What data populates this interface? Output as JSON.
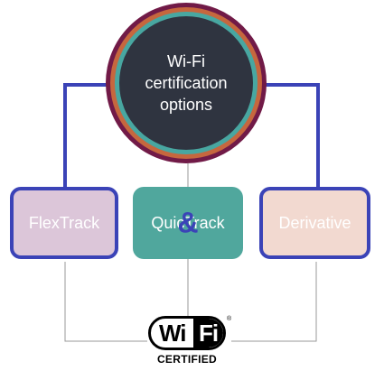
{
  "hub": {
    "label": "Wi-Fi certification options"
  },
  "options": {
    "flextrack": "FlexTrack",
    "quicktrack_pre": "Quic",
    "quicktrack_post": "Track",
    "quicktrack_ampersand": "&",
    "derivative": "Derivative"
  },
  "logo": {
    "wi": "Wi",
    "fi": "Fi",
    "registered": "®",
    "certified": "CERTIFIED"
  },
  "colors": {
    "hub_fill": "#2f3440",
    "ring_inner": "#48a7a1",
    "ring_middle": "#c6673e",
    "ring_outer": "#711a47",
    "connector_blue": "#3b43b7",
    "connector_gray": "#9a9a9a",
    "flextrack_fill": "#dcc6d9",
    "quicktrack_fill": "#50a79d",
    "derivative_fill": "#f2d9d0"
  }
}
